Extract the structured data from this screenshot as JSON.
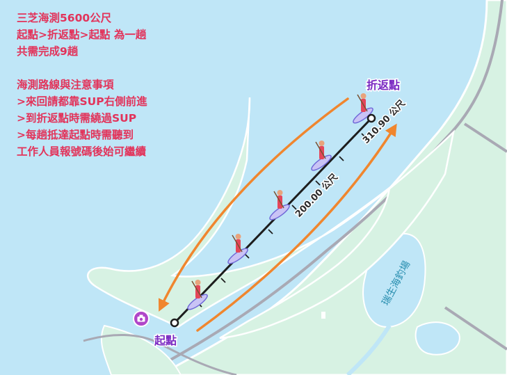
{
  "info_panel": {
    "distance": "三芝海測5600公尺",
    "lap_definition": "起點>折返點>起點 為一趟",
    "lap_count": "共需完成9趟",
    "route_heading": "海測路線與注意事項",
    "rule_1": ">來回請都靠SUP右側前進",
    "rule_2": ">到折返點時需繞過SUP",
    "rule_3": ">每趟抵達起點時需聽到",
    "rule_4": "工作人員報號碼後始可繼續"
  },
  "map": {
    "start_label": "起點",
    "turn_label": "折返點",
    "segment_label": "200.00 公尺",
    "total_label": "310.90 公尺",
    "place_label": "瑞生海釣場",
    "sup_board_count": 5,
    "colors": {
      "sea": "#bfe6f7",
      "land": "#d7f2e3",
      "road": "#a9a9b4",
      "arrow": "#f0862e",
      "label_purple": "#7a29c2",
      "title_red": "#e2335a",
      "route": "#1d1d1d"
    }
  }
}
